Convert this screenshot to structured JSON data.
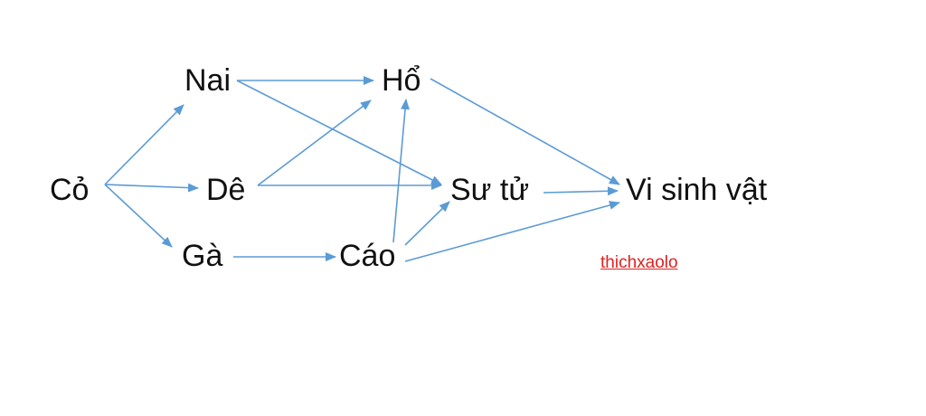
{
  "diagram": {
    "arrow_color": "#5b9bd5",
    "nodes": {
      "co": "Cỏ",
      "nai": "Nai",
      "de": "Dê",
      "ga": "Gà",
      "ho": "Hổ",
      "su_tu": "Sư tử",
      "cao": "Cáo",
      "vi_sinh_vat": "Vi sinh vật"
    },
    "edges": [
      {
        "from": "co",
        "to": "nai"
      },
      {
        "from": "co",
        "to": "de"
      },
      {
        "from": "co",
        "to": "ga"
      },
      {
        "from": "nai",
        "to": "ho"
      },
      {
        "from": "nai",
        "to": "su_tu"
      },
      {
        "from": "de",
        "to": "ho"
      },
      {
        "from": "de",
        "to": "su_tu"
      },
      {
        "from": "ga",
        "to": "cao"
      },
      {
        "from": "cao",
        "to": "ho"
      },
      {
        "from": "cao",
        "to": "su_tu"
      },
      {
        "from": "cao",
        "to": "vi_sinh_vat"
      },
      {
        "from": "ho",
        "to": "vi_sinh_vat"
      },
      {
        "from": "su_tu",
        "to": "vi_sinh_vat"
      }
    ]
  },
  "watermark": "thichxaolo"
}
